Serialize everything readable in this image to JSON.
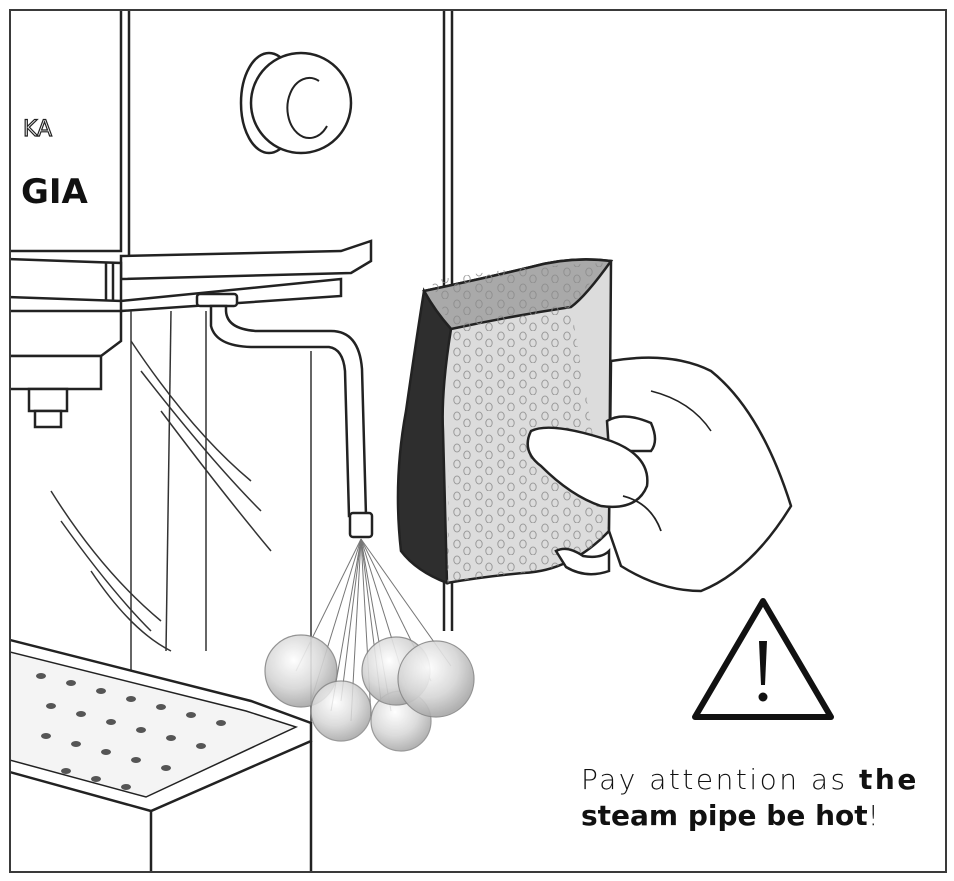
{
  "brand": {
    "logo_top": "KA",
    "logo_bottom": "GIA"
  },
  "warning": {
    "line1_plain": "Pay attention as",
    "line1_bold": "the",
    "line2_bold": "steam pipe be hot",
    "line2_end": "!"
  },
  "colors": {
    "ink": "#222222",
    "sponge_face": "#dcdcdc",
    "sponge_top": "#a9a9a9",
    "sponge_side": "#2e2e2e",
    "bubble": "#c8c8c8"
  },
  "icons": [
    "warning-triangle-icon"
  ]
}
